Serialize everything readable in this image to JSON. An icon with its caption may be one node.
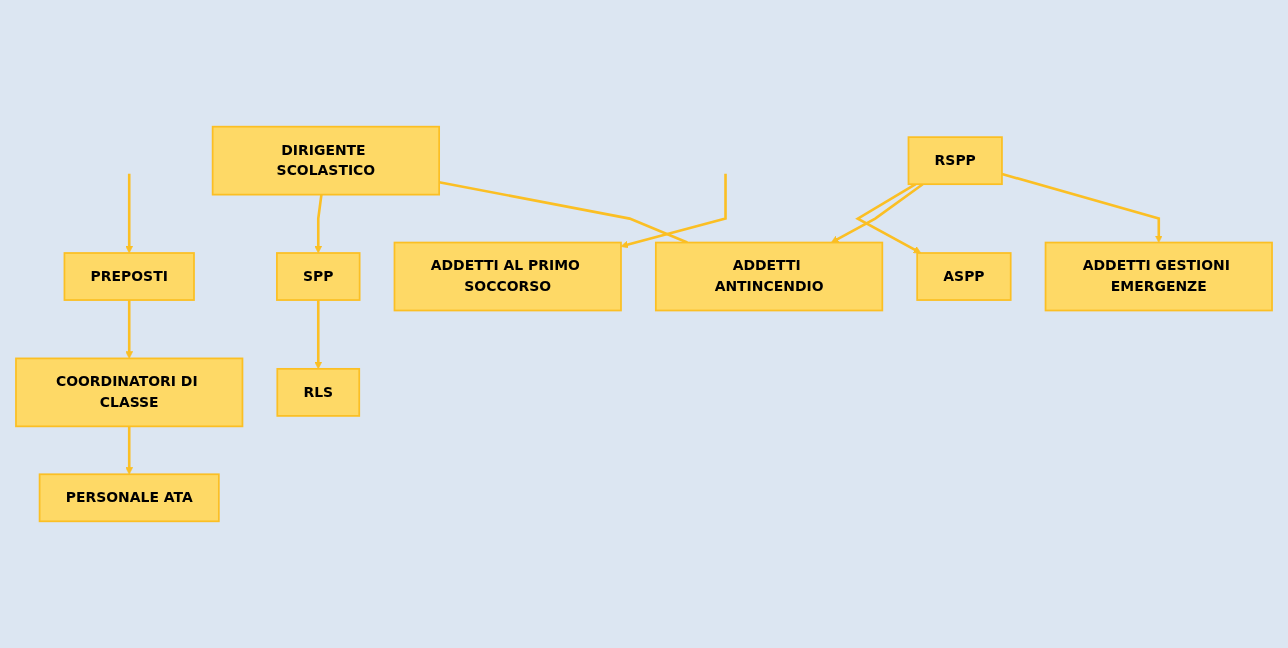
{
  "diagram": {
    "nodes": [
      {
        "text": [
          "PREPOSTI"
        ]
      },
      {
        "text": [
          "DIRIGENTE SCOLASTICO"
        ]
      },
      {
        "text": [
          "SPP"
        ]
      },
      {
        "text": [
          "RLS"
        ]
      },
      {
        "text": [
          "COORDINATORI DI CLASSE"
        ]
      },
      {
        "text": [
          "RSPP"
        ]
      },
      {
        "text": [
          "PERSONALE ATA"
        ]
      },
      {
        "text": [
          "ASPP"
        ]
      },
      {
        "text": [
          "ADDETTI AL PRIMO SOCCORSO"
        ]
      },
      {
        "text": [
          "ADDETTI ANTINCENDIO"
        ]
      },
      {
        "text": [
          "ADDETTI GESTIONI EMERGENZE"
        ]
      }
    ],
    "edges": [
      {
        "from": null,
        "to": 0,
        "arrow": "to"
      },
      {
        "from": 1,
        "to": 2,
        "arrow": "to"
      },
      {
        "from": 0,
        "to": 4,
        "arrow": "to"
      },
      {
        "from": 4,
        "to": 6,
        "arrow": "to"
      },
      {
        "from": 2,
        "to": 3,
        "arrow": "to"
      },
      {
        "from": 5,
        "to": 7,
        "arrow": "to"
      },
      {
        "from": 5,
        "to": 9,
        "arrow": "to"
      },
      {
        "from": 5,
        "to": 10,
        "arrow": "to"
      },
      {
        "from": null,
        "to": 8,
        "arrow": "to"
      },
      {
        "from": 1,
        "to": 9,
        "arrow": "none"
      }
    ]
  }
}
